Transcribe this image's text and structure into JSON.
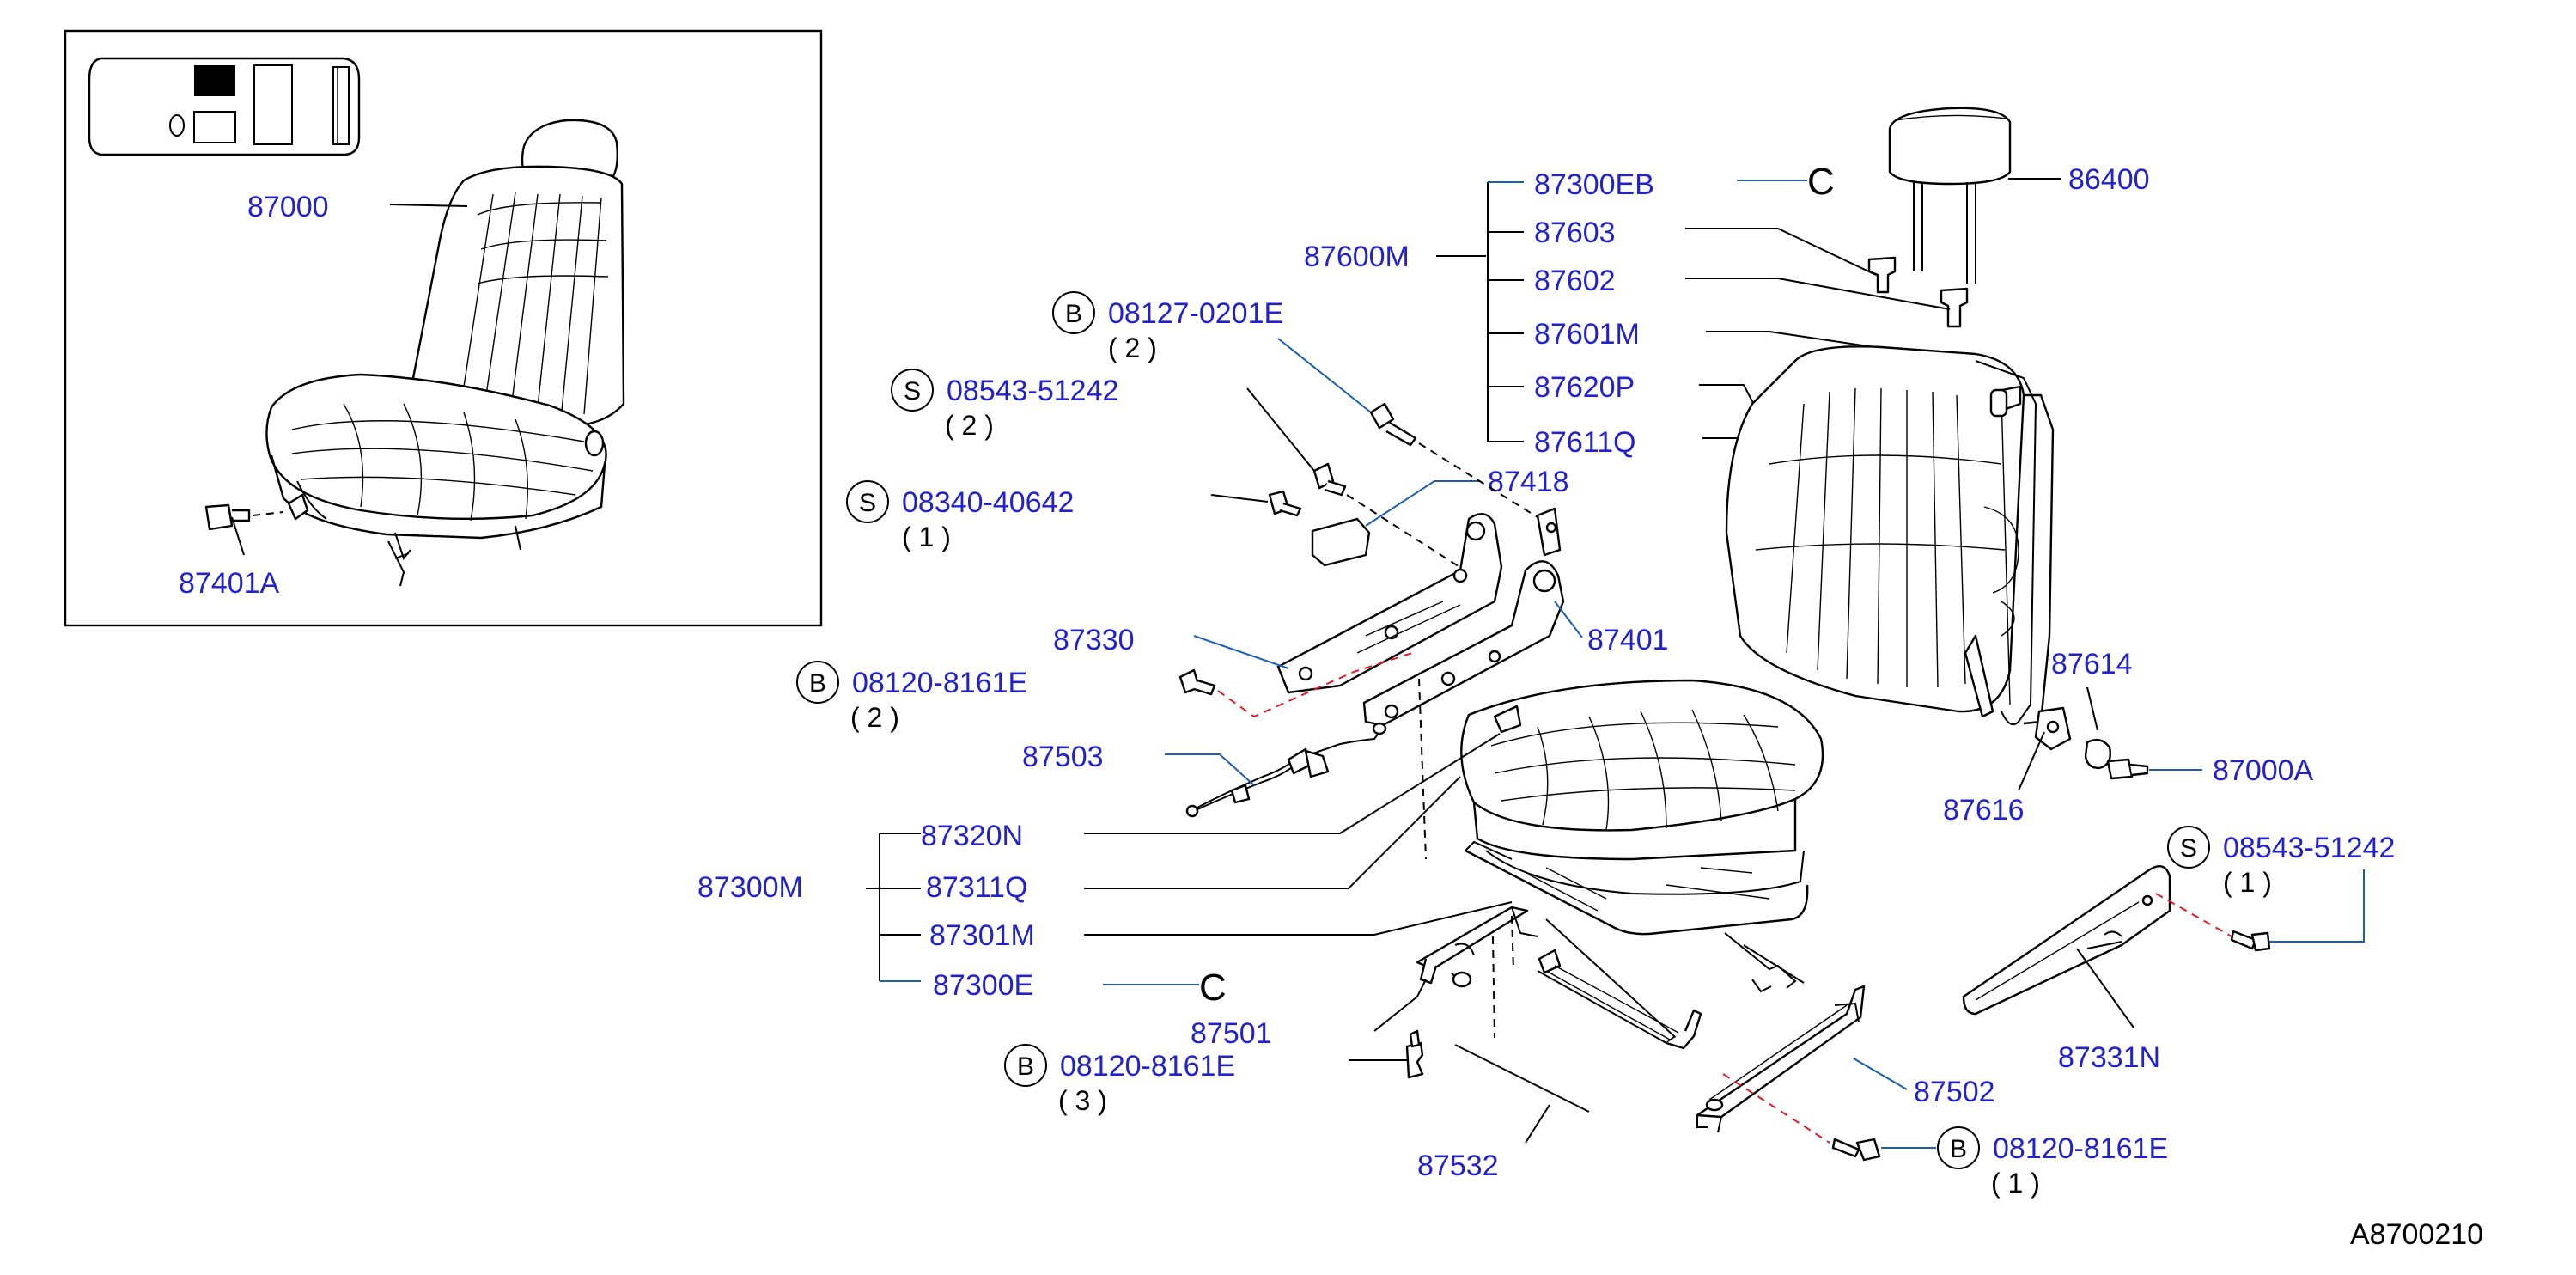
{
  "diagram": {
    "code": "A8700210",
    "inset_part": "87000",
    "inset_bolt": "87401A",
    "parts": {
      "p86400": "86400",
      "p87300EB": "87300EB",
      "p87603": "87603",
      "p87602": "87602",
      "p87600M": "87600M",
      "p87601M": "87601M",
      "p87620P": "87620P",
      "p87611Q": "87611Q",
      "p87418": "87418",
      "p87330": "87330",
      "p87401": "87401",
      "p87503": "87503",
      "p87614": "87614",
      "p87000A": "87000A",
      "p87616": "87616",
      "p87320N": "87320N",
      "p87300M": "87300M",
      "p87311Q": "87311Q",
      "p87301M": "87301M",
      "p87300E": "87300E",
      "p87501": "87501",
      "p87502": "87502",
      "p87331N": "87331N",
      "p87532": "87532"
    },
    "fasteners": [
      {
        "letter": "B",
        "code": "08127-0201E",
        "qty": "( 2 )"
      },
      {
        "letter": "S",
        "code": "08543-51242",
        "qty": "( 2 )"
      },
      {
        "letter": "S",
        "code": "08340-40642",
        "qty": "( 1 )"
      },
      {
        "letter": "B",
        "code": "08120-8161E",
        "qty": "( 2 )"
      },
      {
        "letter": "S",
        "code": "08543-51242",
        "qty": "( 1 )"
      },
      {
        "letter": "B",
        "code": "08120-8161E",
        "qty": "( 3 )"
      },
      {
        "letter": "B",
        "code": "08120-8161E",
        "qty": "( 1 )"
      }
    ],
    "clip_symbol": "C"
  }
}
